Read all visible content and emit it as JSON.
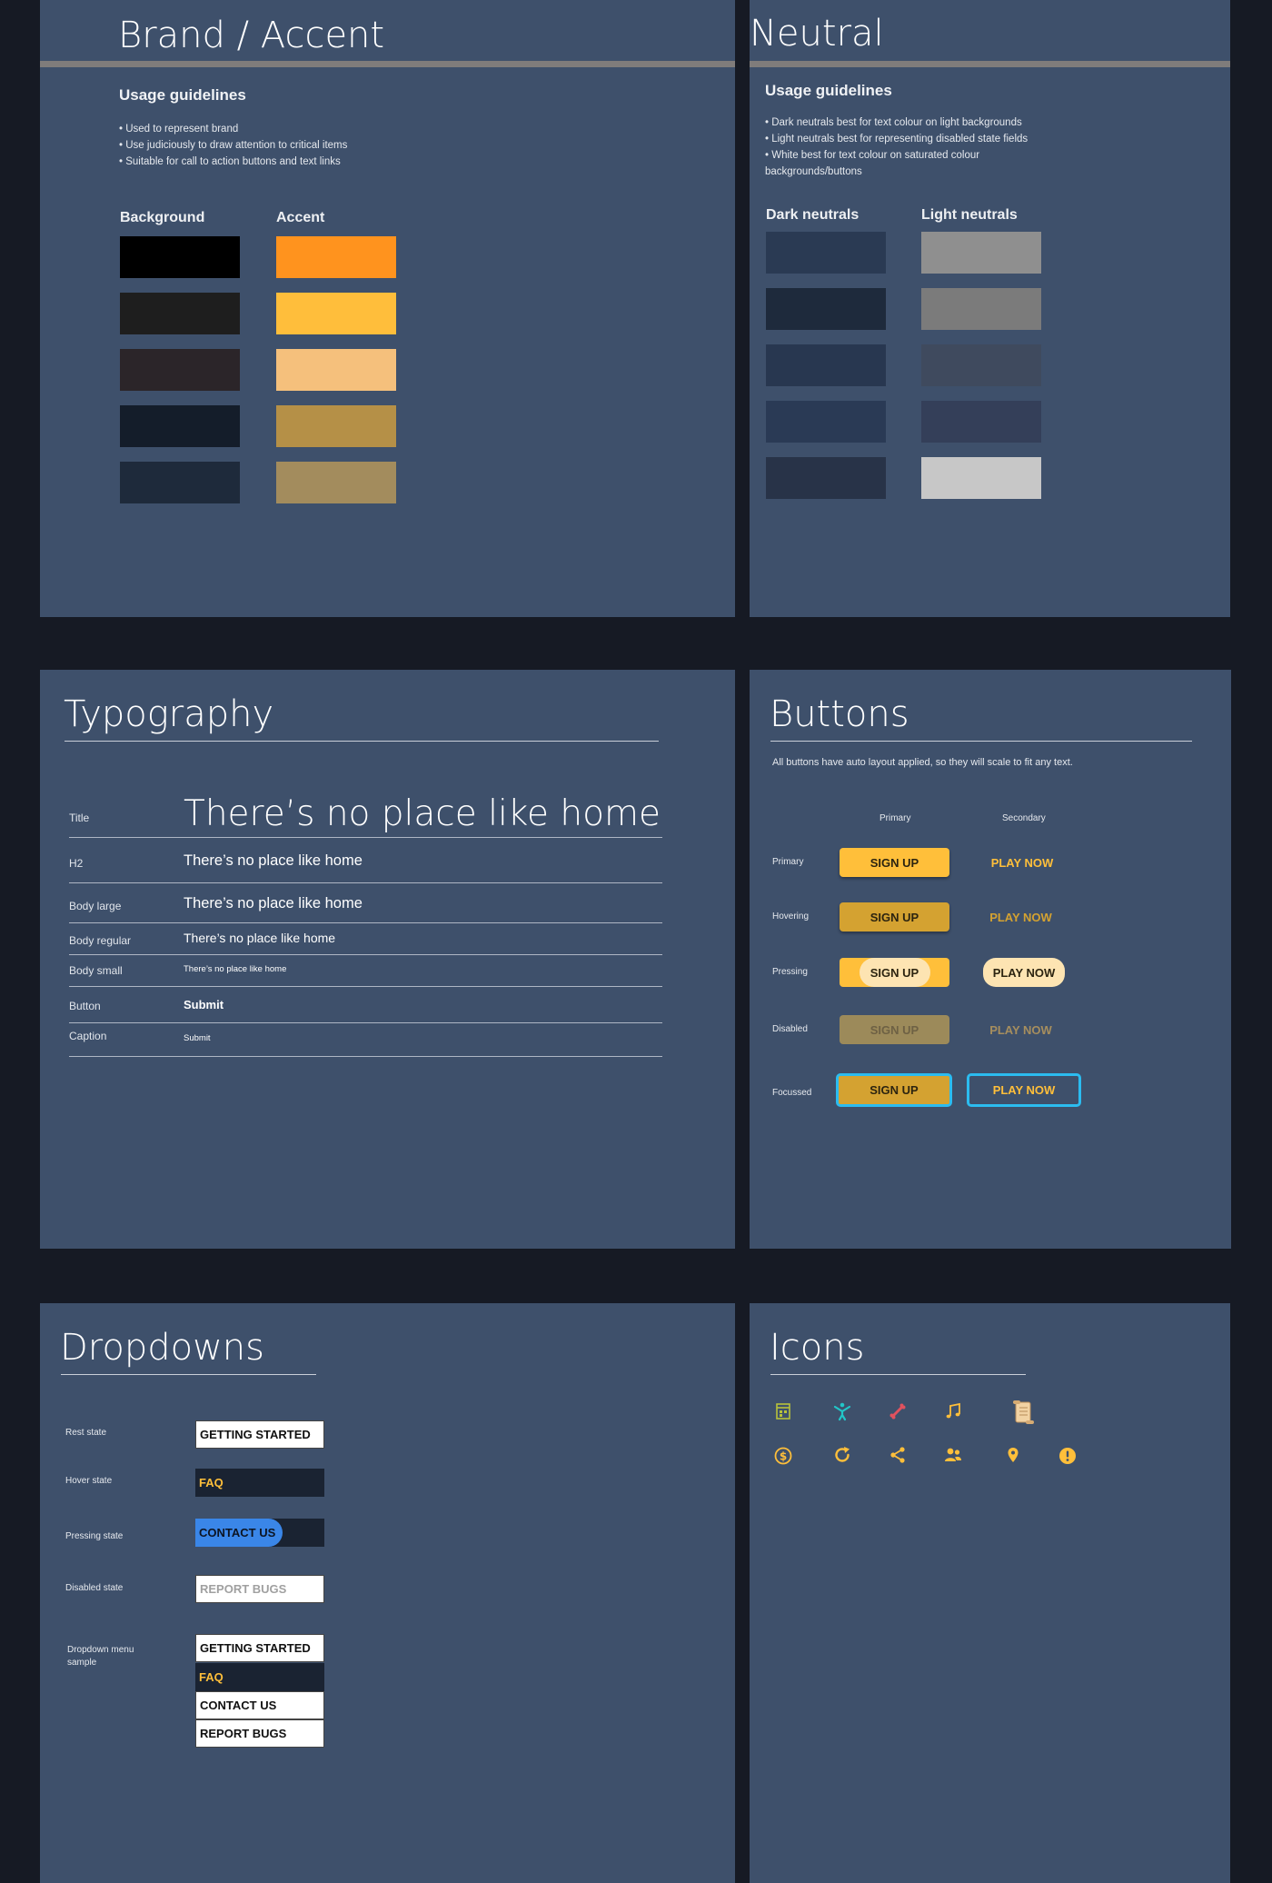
{
  "colors": {
    "page_bg": "#161a24",
    "panel_bg": "#3e506b",
    "primary": "#ffbf3a",
    "primary_hover": "#d4a231",
    "focus_ring": "#2bbcf0",
    "disabled_primary": "#9c8a5a",
    "dropdown_dark": "#1a2332"
  },
  "brand": {
    "title": "Brand / Accent",
    "usage_heading": "Usage guidelines",
    "bullets": [
      "• Used to represent brand",
      "• Use judiciously to draw attention to critical items",
      "• Suitable for call to action buttons and text links"
    ],
    "background_heading": "Background",
    "accent_heading": "Accent",
    "background_swatches": [
      "#000000",
      "#1e1e1e",
      "#2b2529",
      "#141d2a",
      "#1e2a3b"
    ],
    "accent_swatches": [
      "#ff931e",
      "#ffbe3b",
      "#f5c07c",
      "#b59047",
      "#a38c5d"
    ]
  },
  "neutral": {
    "title": "Neutral",
    "usage_heading": "Usage guidelines",
    "bullets": [
      "• Dark neutrals best for text colour on light backgrounds",
      "• Light neutrals best for representing disabled state fields",
      "• White best for text colour on saturated colour",
      "backgrounds/buttons"
    ],
    "dark_heading": "Dark neutrals",
    "light_heading": "Light neutrals",
    "dark_swatches": [
      "#2a3a53",
      "#1e2a3c",
      "#283750",
      "#2a3a55",
      "#283348"
    ],
    "light_swatches": [
      "#8f8f8f",
      "#7b7b7b",
      "#3f4a5e",
      "#343f59",
      "#c7c7c7"
    ]
  },
  "typography": {
    "title": "Typography",
    "rows": [
      {
        "label": "Title",
        "sample": "There’s no place like home"
      },
      {
        "label": "H2",
        "sample": "There’s no place like home"
      },
      {
        "label": "Body large",
        "sample": "There’s no place like home"
      },
      {
        "label": "Body regular",
        "sample": "There’s no place like home"
      },
      {
        "label": "Body small",
        "sample": "There’s no place like home"
      },
      {
        "label": "Button",
        "sample": "Submit"
      },
      {
        "label": "Caption",
        "sample": "Submit"
      }
    ]
  },
  "buttons": {
    "title": "Buttons",
    "description": "All buttons have auto layout applied, so they will scale to fit any text.",
    "col_primary": "Primary",
    "col_secondary": "Secondary",
    "states": [
      "Primary",
      "Hovering",
      "Pressing",
      "Disabled",
      "Focussed"
    ],
    "primary_label": "SIGN UP",
    "secondary_label": "PLAY NOW"
  },
  "dropdowns": {
    "title": "Dropdowns",
    "states": [
      {
        "label": "Rest state",
        "value": "GETTING STARTED"
      },
      {
        "label": "Hover state",
        "value": "FAQ"
      },
      {
        "label": "Pressing state",
        "value": "CONTACT US"
      },
      {
        "label": "Disabled state",
        "value": "REPORT BUGS"
      }
    ],
    "menu_label": "Dropdown menu sample",
    "menu_items": [
      "GETTING STARTED",
      "FAQ",
      "CONTACT US",
      "REPORT BUGS"
    ]
  },
  "icons": {
    "title": "Icons",
    "row1": [
      "calendar-icon",
      "fitness-icon",
      "bone-icon",
      "music-note-icon",
      "scroll-icon"
    ],
    "row2": [
      "dollar-icon",
      "refresh-icon",
      "share-icon",
      "users-icon",
      "map-pin-icon",
      "alert-icon"
    ]
  }
}
